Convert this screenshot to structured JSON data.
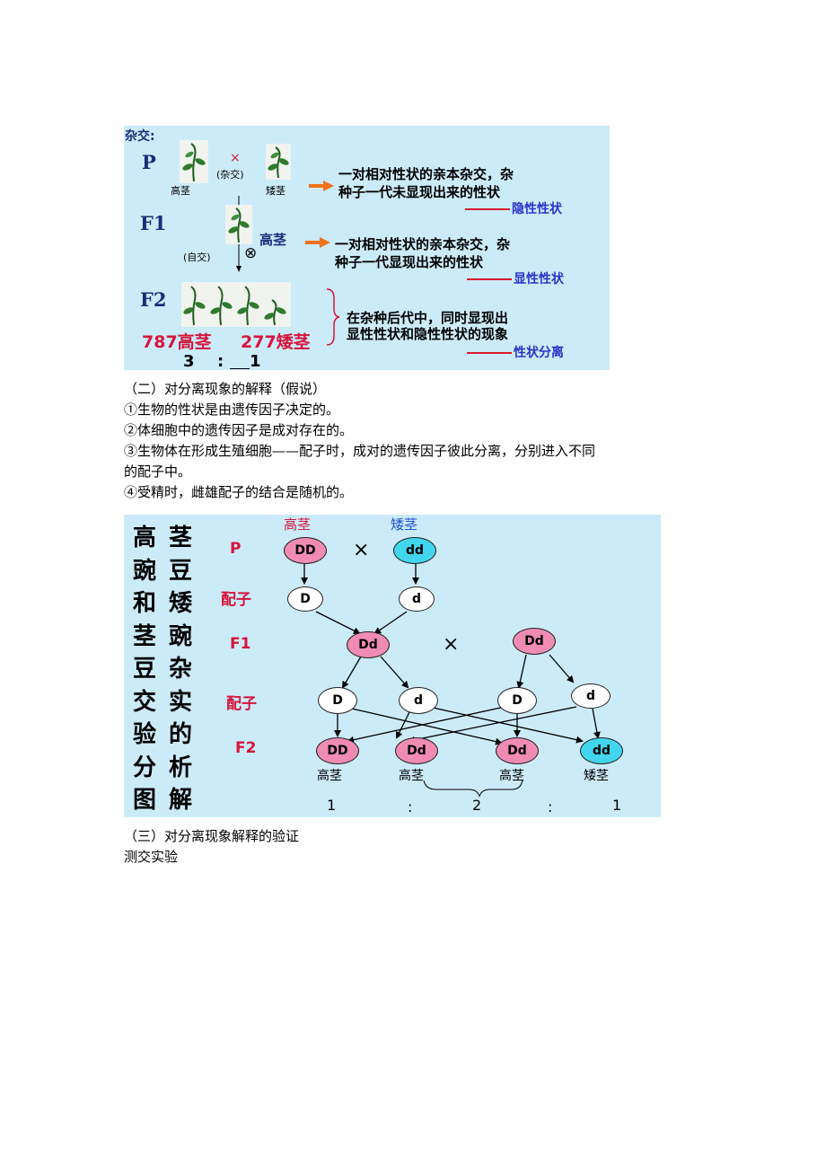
{
  "figure1": {
    "corner_label": "杂交:",
    "gen_p": "P",
    "gen_f1": "F1",
    "gen_f2": "F2",
    "cross_mark": "×",
    "cross_label": "(杂交)",
    "parent_tall_label": "高茎",
    "parent_short_label": "矮茎",
    "f1_label": "高茎",
    "selfing_label": "(自交)",
    "selfing_symbol": "⊗",
    "desc1_line1": "一对相对性状的亲本杂交，杂",
    "desc1_line2": "种子一代未显现出来的性状",
    "term1": "隐性性状",
    "desc2_line1": "一对相对性状的亲本杂交，杂",
    "desc2_line2": "种子一代显现出来的性状",
    "term2": "显性性状",
    "desc3_line1": "在杂种后代中，同时显现出",
    "desc3_line2": "显性性状和隐性性状的现象",
    "term3": "性状分离",
    "f2_tall_count": "787高茎",
    "f2_short_count": "277矮茎",
    "ratio_left": "3",
    "ratio_sep": ":",
    "ratio_right": "1",
    "colors": {
      "background": "#ccebf8",
      "arrow": "#f0721a",
      "red_text": "#d6153b",
      "term": "#2a32c8"
    }
  },
  "text_block1": {
    "heading": "（二）对分离现象的解释（假说）",
    "line1": "①生物的性状是由遗传因子决定的。",
    "line2": "②体细胞中的遗传因子是成对存在的。",
    "line3a": "③生物体在形成生殖细胞——配子时，成对的遗传因子彼此分离，分别进入不同",
    "line3b": "的配子中。",
    "line4": "④受精时，雌雄配子的结合是随机的。"
  },
  "figure2": {
    "title_col1": [
      "高",
      "豌",
      "和",
      "茎",
      "豆",
      "交",
      "验",
      "分",
      "图"
    ],
    "title_col2": [
      "茎",
      "豆",
      "矮",
      "豌",
      "杂",
      "实",
      "的",
      "析",
      "解"
    ],
    "label_p": "P",
    "label_gamete1": "配子",
    "label_f1": "F1",
    "label_gamete2": "配子",
    "label_f2": "F2",
    "top_tall": "高茎",
    "top_short": "矮茎",
    "p_left": "DD",
    "p_right": "dd",
    "cross": "×",
    "gamete_left": "D",
    "gamete_right": "d",
    "f1_left": "Dd",
    "f1_right": "Dd",
    "g2_1": "D",
    "g2_2": "d",
    "g2_3": "D",
    "g2_4": "d",
    "f2_1": "DD",
    "f2_2": "Dd",
    "f2_3": "Dd",
    "f2_4": "dd",
    "pheno_1": "高茎",
    "pheno_2": "高茎",
    "pheno_3": "高茎",
    "pheno_4": "矮茎",
    "ratio_1": "1",
    "ratio_colon1": ":",
    "ratio_2": "2",
    "ratio_colon2": ":",
    "ratio_3": "1",
    "colors": {
      "background": "#ccebf8",
      "dominant": "#f08cb3",
      "recessive": "#41d6ee",
      "label_red": "#d6153b",
      "label_blue": "#1d4fd8"
    }
  },
  "text_block2": {
    "heading": "（三）对分离现象解释的验证",
    "line1": "测交实验"
  }
}
